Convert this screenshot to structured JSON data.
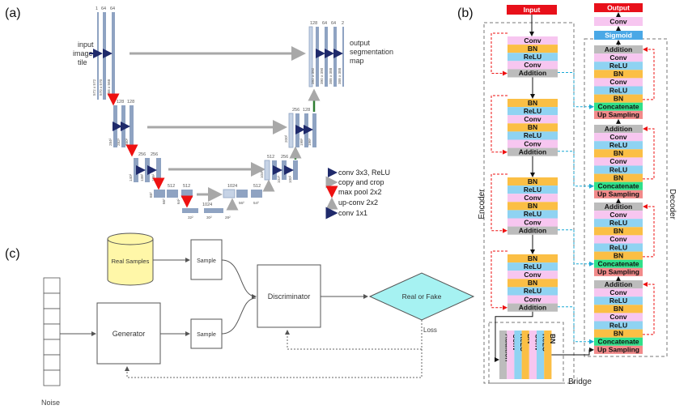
{
  "panel_labels": {
    "a": "(a)",
    "b": "(b)",
    "c": "(c)"
  },
  "unet": {
    "input_label": [
      "input",
      "image",
      "tile"
    ],
    "output_label": [
      "output",
      "segmentation",
      "map"
    ],
    "channels": {
      "l1": [
        "1",
        "64",
        "64"
      ],
      "l2": [
        "128",
        "128"
      ],
      "l3": [
        "256",
        "256"
      ],
      "l4": [
        "512",
        "512"
      ],
      "l5": [
        "1024"
      ],
      "l5b": "1024",
      "u4": [
        "1024",
        "512",
        "512"
      ],
      "u3": [
        "512",
        "256",
        "256"
      ],
      "u2": [
        "256",
        "128",
        "128"
      ],
      "u1": [
        "128",
        "64",
        "64",
        "2"
      ]
    },
    "sizes": {
      "l1": [
        "572 x 572",
        "570 x 570",
        "568 x 568"
      ],
      "l2": [
        "284²",
        "282²",
        "280²"
      ],
      "l3": [
        "140²",
        "138²",
        "136²"
      ],
      "l4": [
        "68²",
        "66²",
        "64²"
      ],
      "l5": [
        "32²",
        "30²",
        "28²"
      ],
      "u4": [
        "56²",
        "54²",
        "52²"
      ],
      "u3": [
        "104²",
        "102²",
        "100²"
      ],
      "u2": [
        "200²",
        "198²",
        "196²"
      ],
      "u1": [
        "392 x 392",
        "390 x 390",
        "388 x 388",
        "388 x 388"
      ]
    },
    "legend": [
      {
        "label": "conv 3x3, ReLU",
        "color": "#1f2a6b"
      },
      {
        "label": "copy and crop",
        "color": "#a8a8a8"
      },
      {
        "label": "max pool 2x2",
        "color": "#7a1f2b"
      },
      {
        "label": "up-conv 2x2",
        "color": "#2e7d32"
      },
      {
        "label": "conv 1x1",
        "color": "#2a7a78"
      }
    ]
  },
  "resunet": {
    "input": "Input",
    "output": "Output",
    "conv_top": "Conv",
    "sigmoid": "Sigmoid",
    "encoder_label": "Encoder",
    "decoder_label": "Decoder",
    "bridge_label": "Bridge",
    "enc1": [
      "Conv",
      "BN",
      "ReLU",
      "Conv",
      "Addition"
    ],
    "enc2": [
      "BN",
      "ReLU",
      "Conv",
      "BN",
      "ReLU",
      "Conv",
      "Addition"
    ],
    "enc3": [
      "BN",
      "ReLU",
      "Conv",
      "BN",
      "ReLU",
      "Conv",
      "Addition"
    ],
    "enc4": [
      "BN",
      "ReLU",
      "Conv",
      "BN",
      "ReLU",
      "Conv",
      "Addition"
    ],
    "bridge": [
      "Addition",
      "Conv",
      "ReLU",
      "BN",
      "Conv",
      "ReLU",
      "BN"
    ],
    "dec1": [
      "Addition",
      "Conv",
      "ReLU",
      "BN",
      "Conv",
      "ReLU",
      "BN",
      "Concatenate",
      "Up Sampling"
    ],
    "dec2": [
      "Addition",
      "Conv",
      "ReLU",
      "BN",
      "Conv",
      "ReLU",
      "BN",
      "Concatenate",
      "Up Sampling"
    ],
    "dec3": [
      "Addition",
      "Conv",
      "ReLU",
      "BN",
      "Conv",
      "ReLU",
      "BN",
      "Concatenate",
      "Up Sampling"
    ],
    "dec4": [
      "Addition",
      "Conv",
      "ReLU",
      "BN",
      "Conv",
      "ReLU",
      "BN",
      "Concatenate",
      "Up Sampling"
    ],
    "colors": {
      "Conv": "#f7c6f0",
      "BN": "#fbbf45",
      "ReLU": "#8fd3f2",
      "Addition": "#bcbcbc",
      "Concatenate": "#2fe08a",
      "Up Sampling": "#f28a8a",
      "Input": "#e8101a",
      "Output": "#e8101a",
      "Sigmoid": "#4aa8e6"
    }
  },
  "gan": {
    "real_samples": "Real Samples",
    "sample_top": "Sample",
    "sample_bottom": "Sample",
    "generator": "Generator",
    "discriminator": "Discriminator",
    "real_or_fake": "Real or Fake",
    "loss": "Loss",
    "noise": "Noise"
  }
}
